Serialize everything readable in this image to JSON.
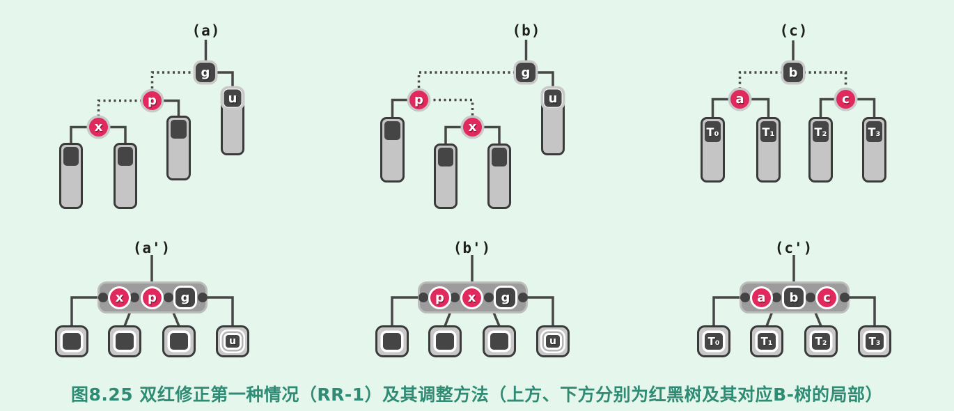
{
  "figure_caption": "图8.25 双红修正第一种情况（RR-1）及其调整方法（上方、下方分别为红黑树及其对应B-树的局部）",
  "colors": {
    "bg": "#e5f7ec",
    "red": "#e02a5e",
    "dark": "#454545",
    "line": "#474747",
    "caption": "#2f8b74",
    "sub_fill": "#c5c5c5",
    "bnode_fill": "#9c9c9c",
    "bnode_border": "#bcbcbc",
    "ring": "#c9c9c9"
  },
  "panels": {
    "a": {
      "label": "(a)",
      "g": "g",
      "p": "p",
      "x": "x",
      "u": "u"
    },
    "b": {
      "label": "(b)",
      "g": "g",
      "p": "p",
      "x": "x",
      "u": "u"
    },
    "c": {
      "label": "(c)",
      "b": "b",
      "a": "a",
      "c": "c",
      "t0": "T₀",
      "t1": "T₁",
      "t2": "T₂",
      "t3": "T₃"
    },
    "a2": {
      "label": "(a')",
      "keys": [
        {
          "label": "x",
          "color": "red"
        },
        {
          "label": "p",
          "color": "red"
        },
        {
          "label": "g",
          "color": "black"
        }
      ],
      "children": [
        "",
        "",
        "",
        "u"
      ]
    },
    "b2": {
      "label": "(b')",
      "keys": [
        {
          "label": "p",
          "color": "red"
        },
        {
          "label": "x",
          "color": "red"
        },
        {
          "label": "g",
          "color": "black"
        }
      ],
      "children": [
        "",
        "",
        "",
        "u"
      ]
    },
    "c2": {
      "label": "(c')",
      "keys": [
        {
          "label": "a",
          "color": "red"
        },
        {
          "label": "b",
          "color": "black"
        },
        {
          "label": "c",
          "color": "red"
        }
      ],
      "children": [
        "T₀",
        "T₁",
        "T₂",
        "T₃"
      ]
    }
  }
}
